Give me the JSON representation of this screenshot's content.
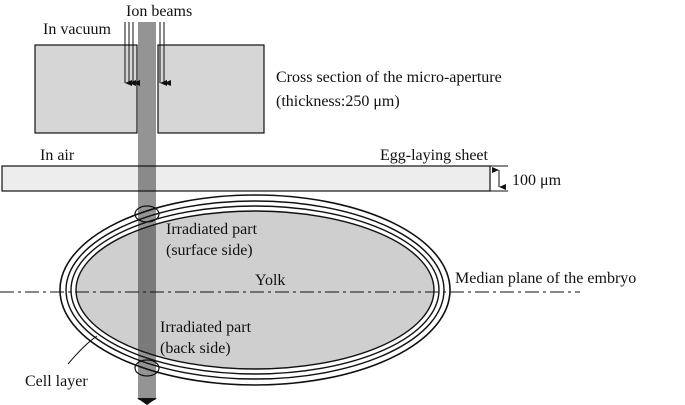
{
  "labels": {
    "ion_beams": "Ion beams",
    "in_vacuum": "In vacuum",
    "aperture_title": "Cross section of the micro-aperture",
    "aperture_thickness": "(thickness:250 μm)",
    "in_air": "In air",
    "sheet": "Egg-laying sheet",
    "sheet_thickness": "100 μm",
    "irradiated_surface_1": "Irradiated part",
    "irradiated_surface_2": "(surface side)",
    "yolk": "Yolk",
    "median_plane": "Median plane of the embryo",
    "irradiated_back_1": "Irradiated part",
    "irradiated_back_2": "(back side)",
    "cell_layer": "Cell layer"
  },
  "colors": {
    "line": "#111111",
    "aperture_fill": "#d6d6d6",
    "sheet_fill": "#ededed",
    "yolk_fill": "#cfcfcf",
    "background": "#ffffff"
  }
}
